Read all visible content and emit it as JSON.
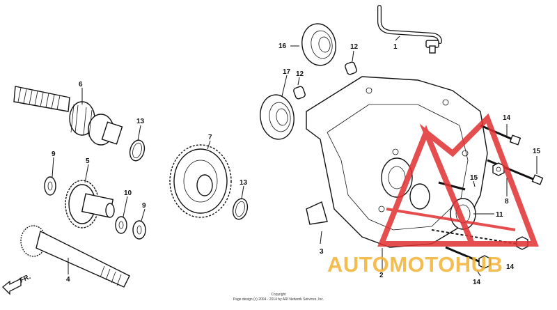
{
  "diagram": {
    "callouts": [
      "1",
      "2",
      "3",
      "4",
      "5",
      "6",
      "7",
      "8",
      "9",
      "9",
      "10",
      "11",
      "12",
      "12",
      "13",
      "13",
      "14",
      "14",
      "14",
      "15",
      "15",
      "16",
      "17"
    ],
    "direction_label": "FR.",
    "copyright_line1": "Copyright",
    "copyright_line2": "Page design (c) 2004 - 2014 by ARI Network Services, Inc."
  },
  "watermark": {
    "text": "AUTOMOTOHUB",
    "color": "#e03030",
    "accent": "#f2b233"
  }
}
